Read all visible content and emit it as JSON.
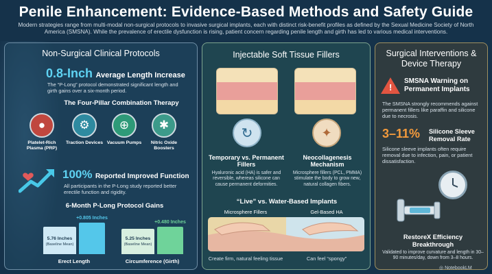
{
  "header": {
    "title": "Penile Enhancement: Evidence-Based Methods and Safety Guide",
    "subtitle": "Modern strategies range from multi-modal non-surgical protocols to invasive surgical implants, each with distinct risk-benefit profiles as defined by the Sexual Medicine Society of North America (SMSNA). While the prevalence of erectile dysfunction is rising, patient concern regarding penile length and girth has led to various medical interventions."
  },
  "left": {
    "title": "Non-Surgical Clinical Protocols",
    "stat_value": "0.8-Inch",
    "stat_label": "Average Length Increase",
    "stat_desc": "The “P-Long” protocol demonstrated significant length and girth gains over a six-month period.",
    "pillars_title": "The Four-Pillar Combination Therapy",
    "pillars": [
      {
        "icon": "blood-drop-icon",
        "glyph": "●",
        "color": "#c0473f",
        "label": "Platelet-Rich Plasma (PRP)"
      },
      {
        "icon": "traction-device-icon",
        "glyph": "⚙",
        "color": "#2e8aa0",
        "label": "Traction Devices"
      },
      {
        "icon": "vacuum-pump-icon",
        "glyph": "⊕",
        "color": "#2e9a78",
        "label": "Vacuum Pumps"
      },
      {
        "icon": "molecule-icon",
        "glyph": "✱",
        "color": "#3c9a8a",
        "label": "Nitric Oxide Boosters"
      }
    ],
    "function_value": "100%",
    "function_label": "Reported Improved Function",
    "function_desc": "All participants in the P-Long study reported better erectile function and rigidity.",
    "gains_title": "6-Month P-Long Protocol Gains",
    "gains": [
      {
        "label": "Erect Length",
        "baseline": "5.76 Inches",
        "baseline_note": "(Baseline Mean)",
        "gain": "+0.805 Inches",
        "baseline_color": "#cfe9f5",
        "gain_color": "#54c7ea"
      },
      {
        "label": "Circumference (Girth)",
        "baseline": "5.25 Inches",
        "baseline_note": "(Baseline Mean)",
        "gain": "+0.480 Inches",
        "baseline_color": "#d8efe0",
        "gain_color": "#6fd39a"
      }
    ]
  },
  "middle": {
    "title": "Injectable Soft Tissue Fillers",
    "box1_title": "Temporary vs. Permanent Fillers",
    "box1_desc": "Hyaluronic acid (HA) is safer and reversible, whereas silicone can cause permanent deformities.",
    "box2_title": "Neocollagenesis Mechanism",
    "box2_desc": "Microsphere fillers (PCL, PMMA) stimulate the body to grow new, natural collagen fibers.",
    "compare_title": "“Live” vs. Water-Based Implants",
    "compare_left_label": "Microsphere Fillers",
    "compare_right_label": "Gel-Based HA",
    "compare_left_desc": "Create firm, natural feeling tissue",
    "compare_right_desc": "Can feel “spongy”"
  },
  "right": {
    "title": "Surgical Interventions & Device Therapy",
    "warn_title": "SMSNA Warning on Permanent Implants",
    "warn_desc": "The SMSNA strongly recommends against permanent fillers like paraffin and silicone due to necrosis.",
    "rate_value": "3–11%",
    "rate_label": "Silicone Sleeve Removal Rate",
    "rate_desc": "Silicone sleeve implants often require removal due to infection, pain, or patient dissatisfaction.",
    "device_title": "RestoreX Efficiency Breakthrough",
    "device_desc": "Validated to improve curvature and length in 30–90 minutes/day, down from 3–8 hours.",
    "watermark": "NotebookLM"
  },
  "colors": {
    "accent_cyan": "#5fd3f3",
    "accent_orange": "#f39a3c",
    "warning_red": "#e25541"
  }
}
